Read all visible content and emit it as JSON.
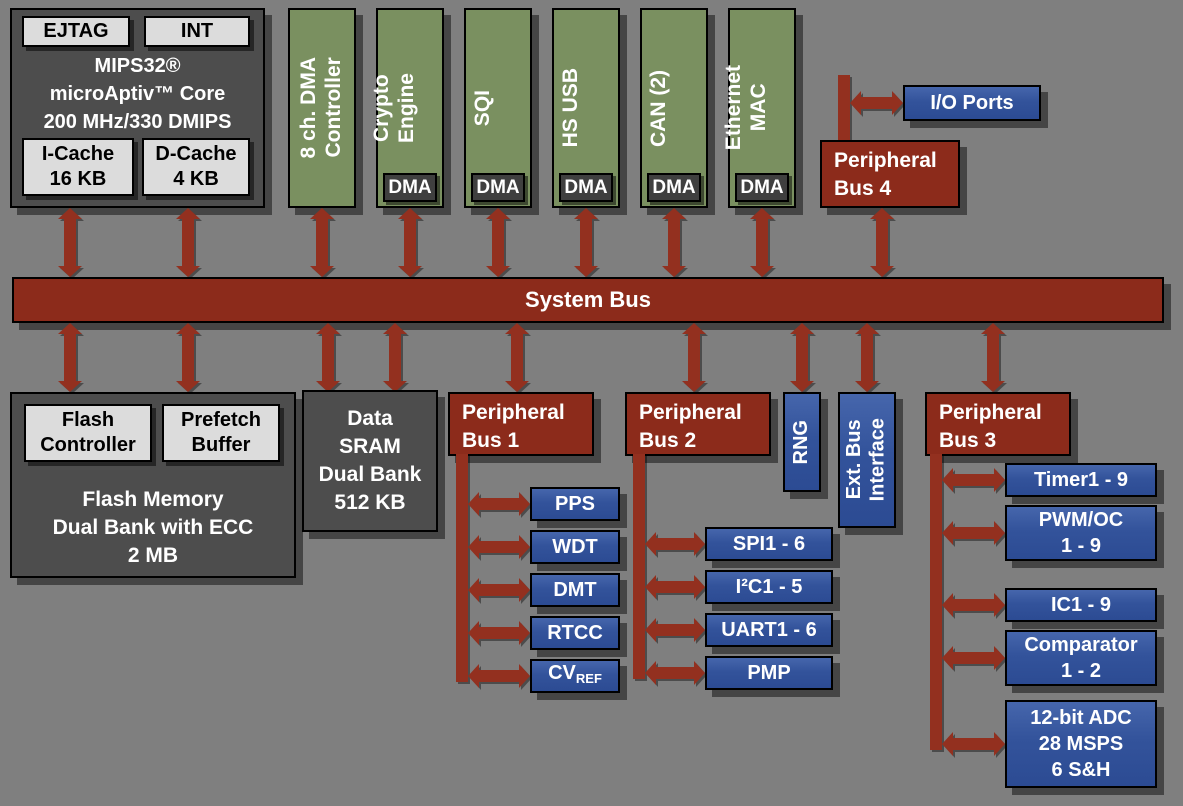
{
  "colors": {
    "background": "#7F7F7F",
    "maroon": "#8C2B1B",
    "green": "#7A9060",
    "blue": "#33539B",
    "dark_gray": "#4D4D4D",
    "light_gray": "#DCDCDC",
    "arrow": "#93301F"
  },
  "core": {
    "ejtag": "EJTAG",
    "int": "INT",
    "lines": [
      "MIPS32®",
      "microAptiv™ Core",
      "200 MHz/330 DMIPS"
    ],
    "icache": [
      "I-Cache",
      "16 KB"
    ],
    "dcache": [
      "D-Cache",
      "4 KB"
    ]
  },
  "green_blocks": [
    {
      "lines": [
        "8 ch. DMA",
        "Controller"
      ]
    },
    {
      "lines": [
        "Crypto",
        "Engine"
      ],
      "dma": true
    },
    {
      "lines": [
        "SQI"
      ],
      "dma": true
    },
    {
      "lines": [
        "HS USB"
      ],
      "dma": true
    },
    {
      "lines": [
        "CAN (2)"
      ],
      "dma": true
    },
    {
      "lines": [
        "Ethernet",
        "MAC"
      ],
      "dma": true
    }
  ],
  "dma_label": "DMA",
  "io_ports": "I/O Ports",
  "bus4": {
    "lines": [
      "Peripheral",
      "Bus 4"
    ]
  },
  "system_bus": "System Bus",
  "flash": {
    "controller": [
      "Flash",
      "Controller"
    ],
    "prefetch": [
      "Prefetch",
      "Buffer"
    ],
    "lines": [
      "Flash Memory",
      "Dual Bank with ECC",
      "2 MB"
    ]
  },
  "sram": {
    "lines": [
      "Data",
      "SRAM",
      "Dual Bank",
      "512 KB"
    ]
  },
  "bus1": {
    "lines": [
      "Peripheral",
      "Bus 1"
    ],
    "items": [
      "PPS",
      "WDT",
      "DMT",
      "RTCC"
    ]
  },
  "cvref": {
    "main": "CV",
    "sub": "REF"
  },
  "bus2": {
    "lines": [
      "Peripheral",
      "Bus 2"
    ],
    "items": [
      "SPI1 - 6",
      "I²C1 - 5",
      "UART1 - 6",
      "PMP"
    ]
  },
  "rng": "RNG",
  "ebi": {
    "lines": [
      "Ext. Bus",
      "Interface"
    ]
  },
  "bus3": {
    "lines": [
      "Peripheral",
      "Bus 3"
    ],
    "items": [
      {
        "lines": [
          "Timer1 - 9"
        ]
      },
      {
        "lines": [
          "PWM/OC",
          "1 - 9"
        ]
      },
      {
        "lines": [
          "IC1 - 9"
        ]
      },
      {
        "lines": [
          "Comparator",
          "1 - 2"
        ]
      },
      {
        "lines": [
          "12-bit ADC",
          "28 MSPS",
          "6 S&H"
        ]
      }
    ]
  }
}
